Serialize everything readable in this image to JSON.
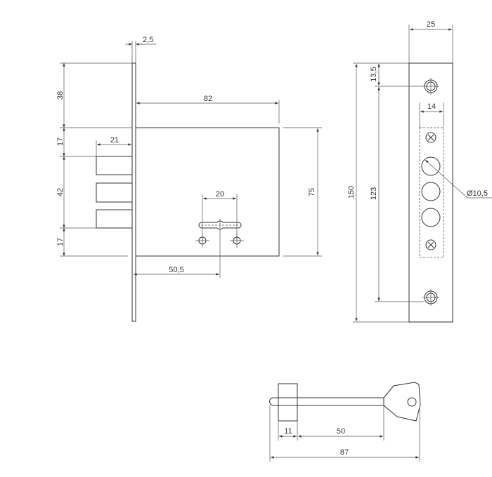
{
  "lock_body": {
    "dims": {
      "faceplate_thickness": "2,5",
      "top": "38",
      "bolt_top": "17",
      "bolt_span": "42",
      "bolt_bottom": "17",
      "bolt_length": "21",
      "body_depth": "82",
      "body_height": "75",
      "keyhole_spacing": "20",
      "backset": "50,5"
    }
  },
  "strike_plate": {
    "dims": {
      "width": "25",
      "height": "150",
      "top_hole": "13,5",
      "hole_spacing": "123",
      "pocket_width": "14",
      "bolt_hole_diameter": "Ø10,5"
    }
  },
  "key": {
    "dims": {
      "collar": "11",
      "blade": "50",
      "total": "87"
    }
  }
}
